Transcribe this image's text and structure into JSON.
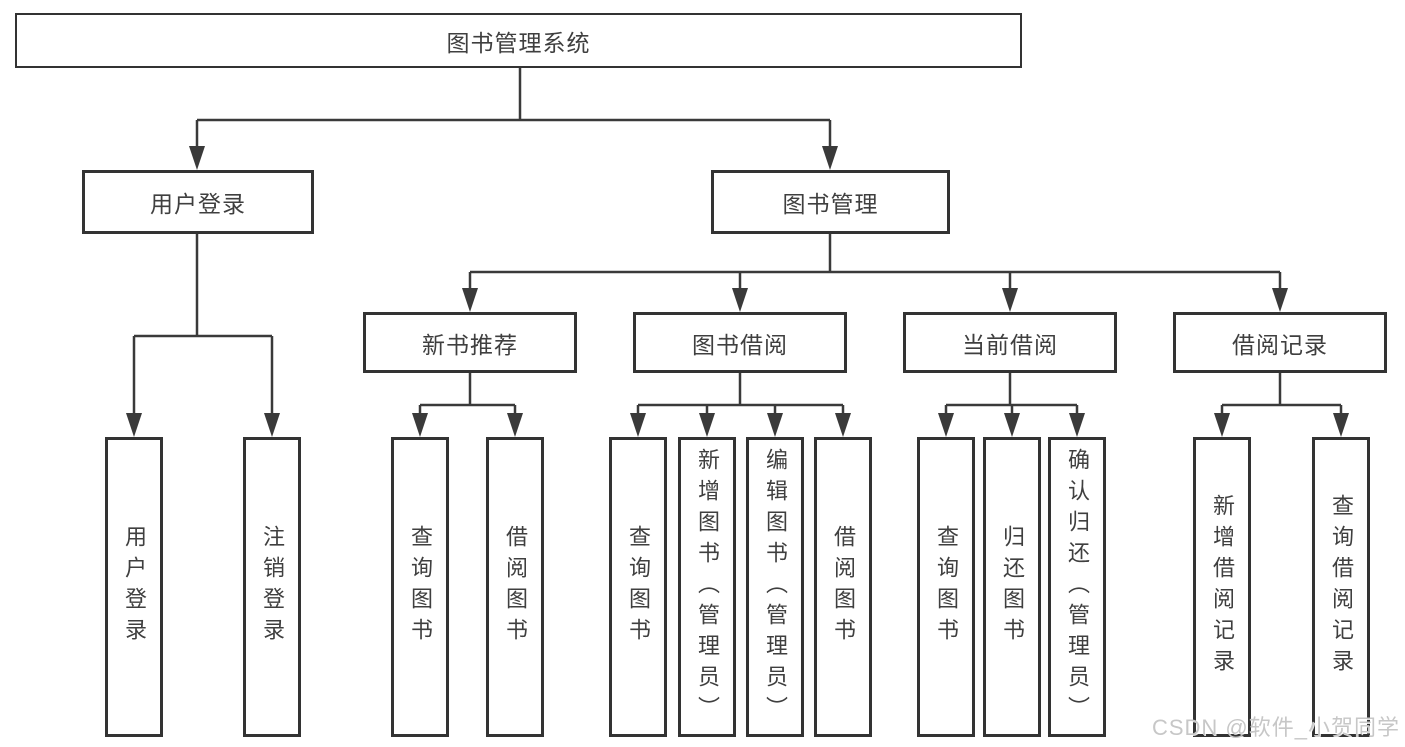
{
  "tree": {
    "root": {
      "label": "图书管理系统"
    },
    "branches": [
      {
        "label": "用户登录",
        "children": [
          {
            "label": "用户登录"
          },
          {
            "label": "注销登录"
          }
        ]
      },
      {
        "label": "图书管理",
        "children": [
          {
            "label": "新书推荐",
            "children": [
              {
                "label": "查询图书"
              },
              {
                "label": "借阅图书"
              }
            ]
          },
          {
            "label": "图书借阅",
            "children": [
              {
                "label": "查询图书"
              },
              {
                "label": "新增图书（管理员）"
              },
              {
                "label": "编辑图书（管理员）"
              },
              {
                "label": "借阅图书"
              }
            ]
          },
          {
            "label": "当前借阅",
            "children": [
              {
                "label": "查询图书"
              },
              {
                "label": "归还图书"
              },
              {
                "label": "确认归还（管理员）"
              }
            ]
          },
          {
            "label": "借阅记录",
            "children": [
              {
                "label": "新增借阅记录"
              },
              {
                "label": "查询借阅记录"
              }
            ]
          }
        ]
      }
    ]
  },
  "watermark": "CSDN @软件_小贺同学",
  "colors": {
    "line": "#3a3a3a",
    "border": "#333333",
    "text": "#3f3f3f",
    "background": "#ffffff",
    "watermark": "#c7c7c7"
  }
}
